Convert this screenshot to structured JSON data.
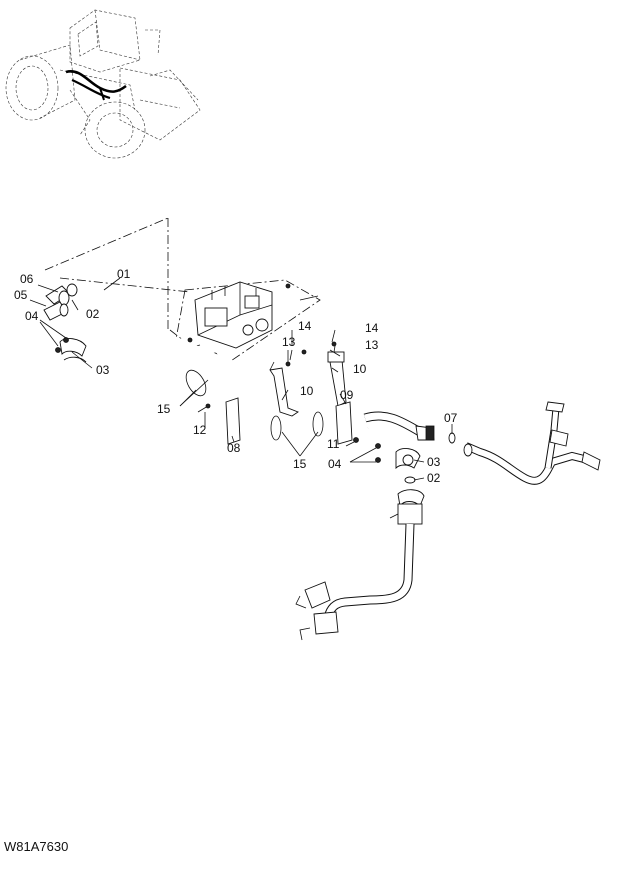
{
  "drawing_code": "W81A7630",
  "callouts": [
    "01",
    "02",
    "03",
    "04",
    "05",
    "06",
    "07",
    "08",
    "09",
    "10",
    "11",
    "12",
    "13",
    "14",
    "15"
  ]
}
